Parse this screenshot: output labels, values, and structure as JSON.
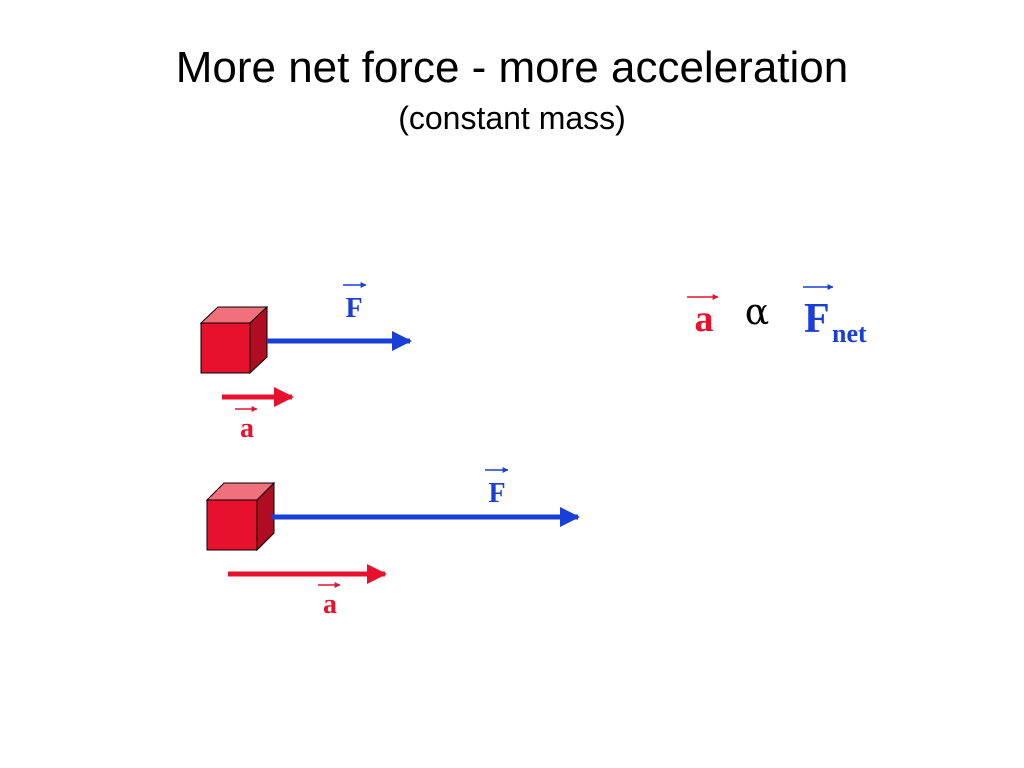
{
  "slide": {
    "title": "More net force - more acceleration",
    "subtitle": "(constant mass)"
  },
  "diagram": {
    "force_symbol": "F",
    "accel_symbol": "a",
    "proportional_symbol": "α",
    "net_subscript": "net"
  },
  "colors": {
    "force_arrow": "#1a3fd6",
    "accel_arrow": "#e8112d",
    "block": "#e8112d",
    "block_outline": "#000000",
    "force_label": "#1a3fd6",
    "accel_label": "#e8112d"
  }
}
